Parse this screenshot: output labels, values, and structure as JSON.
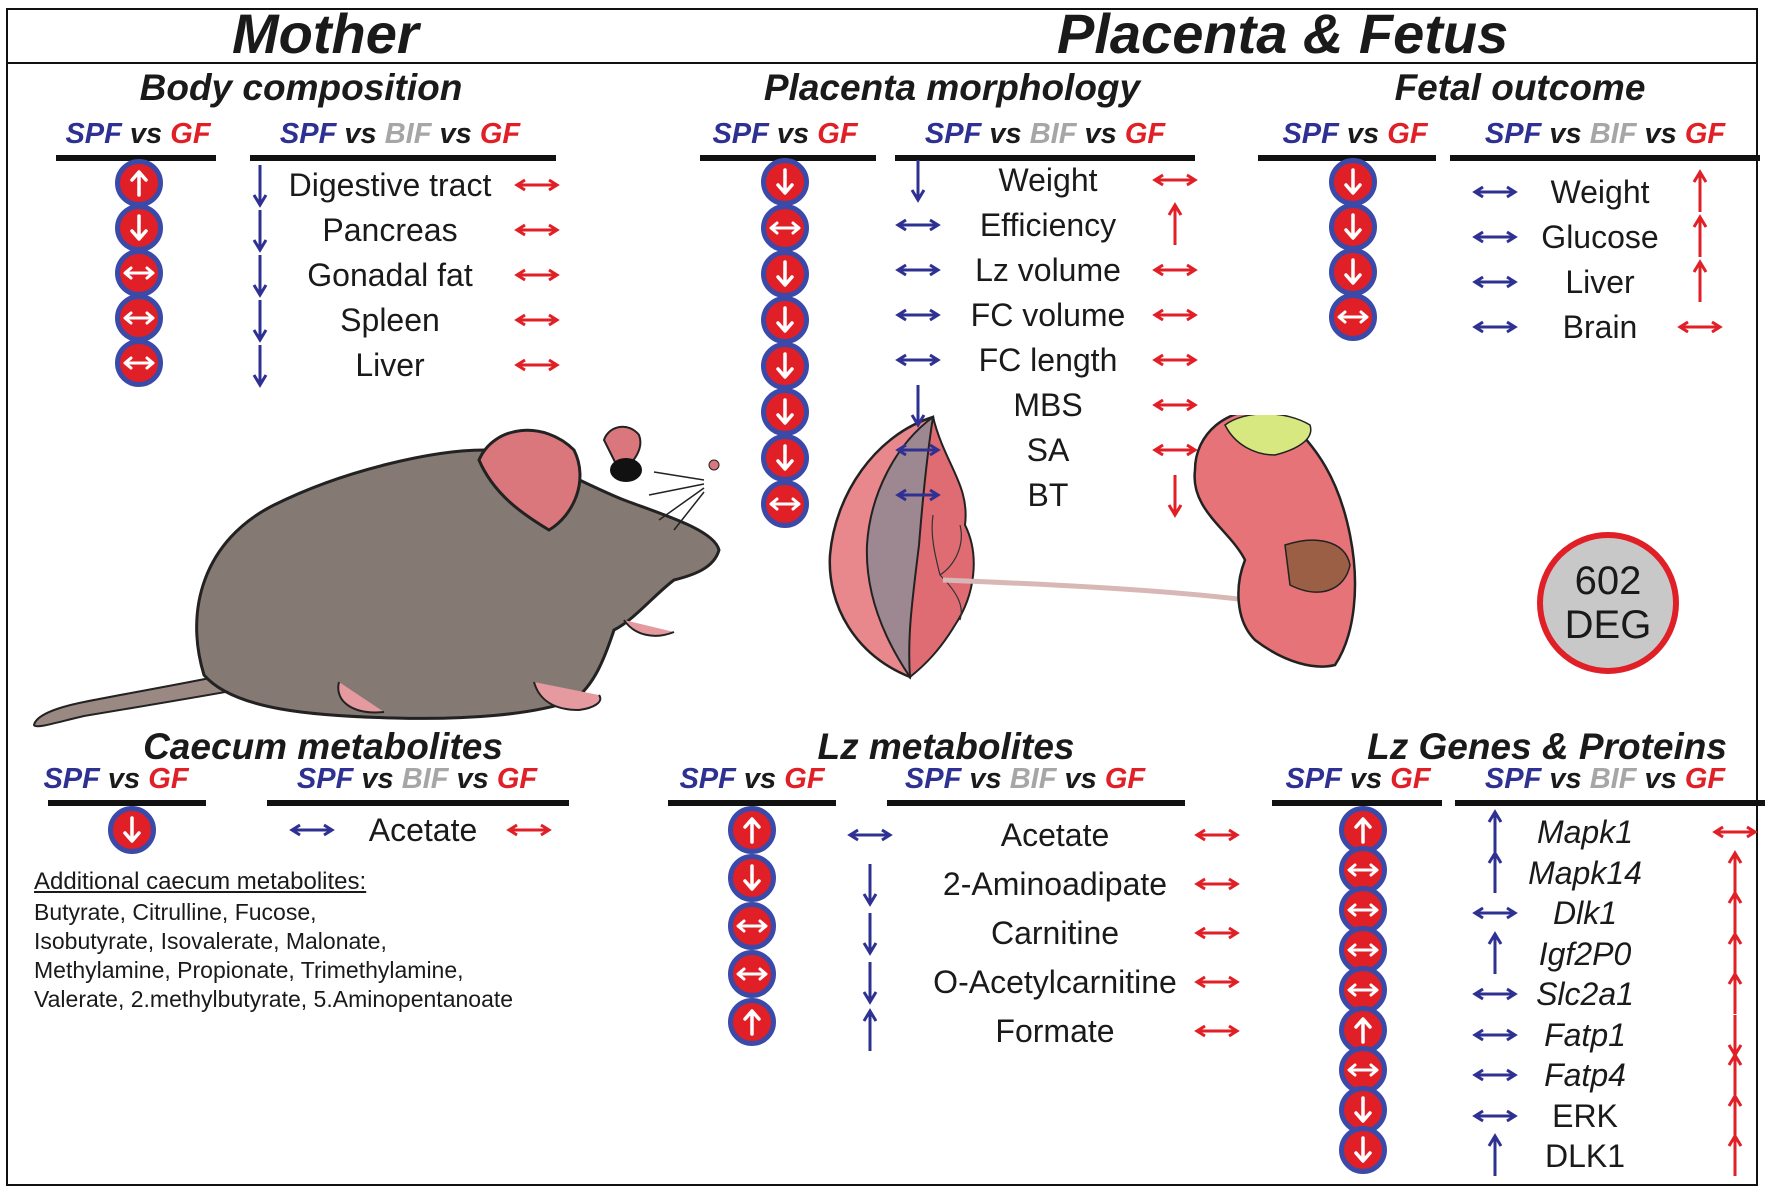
{
  "headers": {
    "mother": "Mother",
    "placenta_fetus": "Placenta & Fetus"
  },
  "colors": {
    "spf": "#2e3192",
    "gf": "#e01f26",
    "bif": "#a6a6a6",
    "badge_fill": "#e01f26",
    "badge_ring": "#3b4aa8"
  },
  "labels": {
    "spf": "SPF",
    "vs": "vs",
    "bif": "BIF",
    "gf": "GF"
  },
  "body_composition": {
    "title": "Body composition",
    "spf_vs_gf": [
      "up",
      "down",
      "none",
      "none",
      "none"
    ],
    "rows": [
      {
        "label": "Digestive tract",
        "spf_bif": "down",
        "bif_gf": "none"
      },
      {
        "label": "Pancreas",
        "spf_bif": "down",
        "bif_gf": "none"
      },
      {
        "label": "Gonadal fat",
        "spf_bif": "down",
        "bif_gf": "none"
      },
      {
        "label": "Spleen",
        "spf_bif": "down",
        "bif_gf": "none"
      },
      {
        "label": "Liver",
        "spf_bif": "down",
        "bif_gf": "none"
      }
    ]
  },
  "placenta_morphology": {
    "title": "Placenta morphology",
    "spf_vs_gf": [
      "down",
      "none",
      "down",
      "down",
      "down",
      "down",
      "down",
      "none"
    ],
    "rows": [
      {
        "label": "Weight",
        "spf_bif": "down",
        "bif_gf": "none"
      },
      {
        "label": "Efficiency",
        "spf_bif": "none",
        "bif_gf": "up"
      },
      {
        "label": "Lz volume",
        "spf_bif": "none",
        "bif_gf": "none"
      },
      {
        "label": "FC volume",
        "spf_bif": "none",
        "bif_gf": "none"
      },
      {
        "label": "FC length",
        "spf_bif": "none",
        "bif_gf": "none"
      },
      {
        "label": "MBS",
        "spf_bif": "down",
        "bif_gf": "none"
      },
      {
        "label": "SA",
        "spf_bif": "none",
        "bif_gf": "none"
      },
      {
        "label": "BT",
        "spf_bif": "none",
        "bif_gf": "down"
      }
    ]
  },
  "fetal_outcome": {
    "title": "Fetal outcome",
    "spf_vs_gf": [
      "down",
      "down",
      "down",
      "none"
    ],
    "rows": [
      {
        "label": "Weight",
        "spf_bif": "none",
        "bif_gf": "up"
      },
      {
        "label": "Glucose",
        "spf_bif": "none",
        "bif_gf": "up"
      },
      {
        "label": "Liver",
        "spf_bif": "none",
        "bif_gf": "up"
      },
      {
        "label": "Brain",
        "spf_bif": "none",
        "bif_gf": "none"
      }
    ]
  },
  "caecum_metabolites": {
    "title": "Caecum metabolites",
    "spf_vs_gf": [
      "down"
    ],
    "rows": [
      {
        "label": "Acetate",
        "spf_bif": "none",
        "bif_gf": "none"
      }
    ],
    "additional_title": "Additional caecum metabolites:",
    "additional_lines": [
      "Butyrate, Citrulline, Fucose,",
      "Isobutyrate, Isovalerate, Malonate,",
      "Methylamine, Propionate, Trimethylamine,",
      "Valerate, 2.methylbutyrate, 5.Aminopentanoate"
    ]
  },
  "lz_metabolites": {
    "title": "Lz metabolites",
    "spf_vs_gf": [
      "up",
      "down",
      "none",
      "none",
      "up"
    ],
    "rows": [
      {
        "label": "Acetate",
        "spf_bif": "none",
        "bif_gf": "none"
      },
      {
        "label": "2-Aminoadipate",
        "spf_bif": "down",
        "bif_gf": "none"
      },
      {
        "label": "Carnitine",
        "spf_bif": "down",
        "bif_gf": "none"
      },
      {
        "label": "O-Acetylcarnitine",
        "spf_bif": "down",
        "bif_gf": "none"
      },
      {
        "label": "Formate",
        "spf_bif": "up",
        "bif_gf": "none"
      }
    ]
  },
  "lz_genes_proteins": {
    "title": "Lz Genes & Proteins",
    "spf_vs_gf": [
      "up",
      "none",
      "none",
      "none",
      "none",
      "up",
      "none",
      "down",
      "down"
    ],
    "rows": [
      {
        "label": "Mapk1",
        "italic": true,
        "spf_bif": "up",
        "bif_gf": "none"
      },
      {
        "label": "Mapk14",
        "italic": true,
        "spf_bif": "up",
        "bif_gf": "up"
      },
      {
        "label": "Dlk1",
        "italic": true,
        "spf_bif": "none",
        "bif_gf": "up"
      },
      {
        "label": "Igf2P0",
        "italic": true,
        "spf_bif": "up",
        "bif_gf": "up"
      },
      {
        "label": "Slc2a1",
        "italic": true,
        "spf_bif": "none",
        "bif_gf": "up"
      },
      {
        "label": "Fatp1",
        "italic": true,
        "spf_bif": "none",
        "bif_gf": "down"
      },
      {
        "label": "Fatp4",
        "italic": true,
        "spf_bif": "none",
        "bif_gf": "up"
      },
      {
        "label": "ERK",
        "italic": false,
        "spf_bif": "none",
        "bif_gf": "up"
      },
      {
        "label": "DLK1",
        "italic": false,
        "spf_bif": "up",
        "bif_gf": "up"
      }
    ]
  },
  "deg_badge": {
    "number": "602",
    "unit": "DEG"
  }
}
